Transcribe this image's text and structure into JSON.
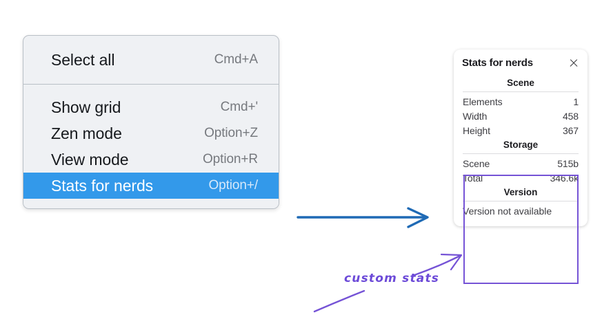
{
  "context_menu": {
    "name": "canvas-context-menu",
    "groups": [
      {
        "items": [
          {
            "label": "Select all",
            "shortcut": "Cmd+A",
            "selected": false
          }
        ]
      },
      {
        "items": [
          {
            "label": "Show grid",
            "shortcut": "Cmd+'",
            "selected": false
          },
          {
            "label": "Zen mode",
            "shortcut": "Option+Z",
            "selected": false
          },
          {
            "label": "View mode",
            "shortcut": "Option+R",
            "selected": false
          },
          {
            "label": "Stats for nerds",
            "shortcut": "Option+/",
            "selected": true
          }
        ]
      }
    ],
    "highlight_color": "#3399ea",
    "background_color": "#eff1f4"
  },
  "stats_panel": {
    "title": "Stats for nerds",
    "close_icon": "close-icon",
    "sections": [
      {
        "heading": "Scene",
        "rows": [
          {
            "key": "Elements",
            "value": "1"
          },
          {
            "key": "Width",
            "value": "458"
          },
          {
            "key": "Height",
            "value": "367"
          }
        ]
      },
      {
        "heading": "Storage",
        "rows": [
          {
            "key": "Scene",
            "value": "515b"
          },
          {
            "key": "Total",
            "value": "346.6k"
          }
        ]
      },
      {
        "heading": "Version",
        "note": "Version not available"
      }
    ]
  },
  "annotations": {
    "handwritten_label": "custom stats",
    "handwriting_color": "#6c4ad8",
    "blue_arrow_color": "#1f6ab5",
    "purple_arrow_color": "#7553d6",
    "highlight_box_color": "#7553d6"
  }
}
